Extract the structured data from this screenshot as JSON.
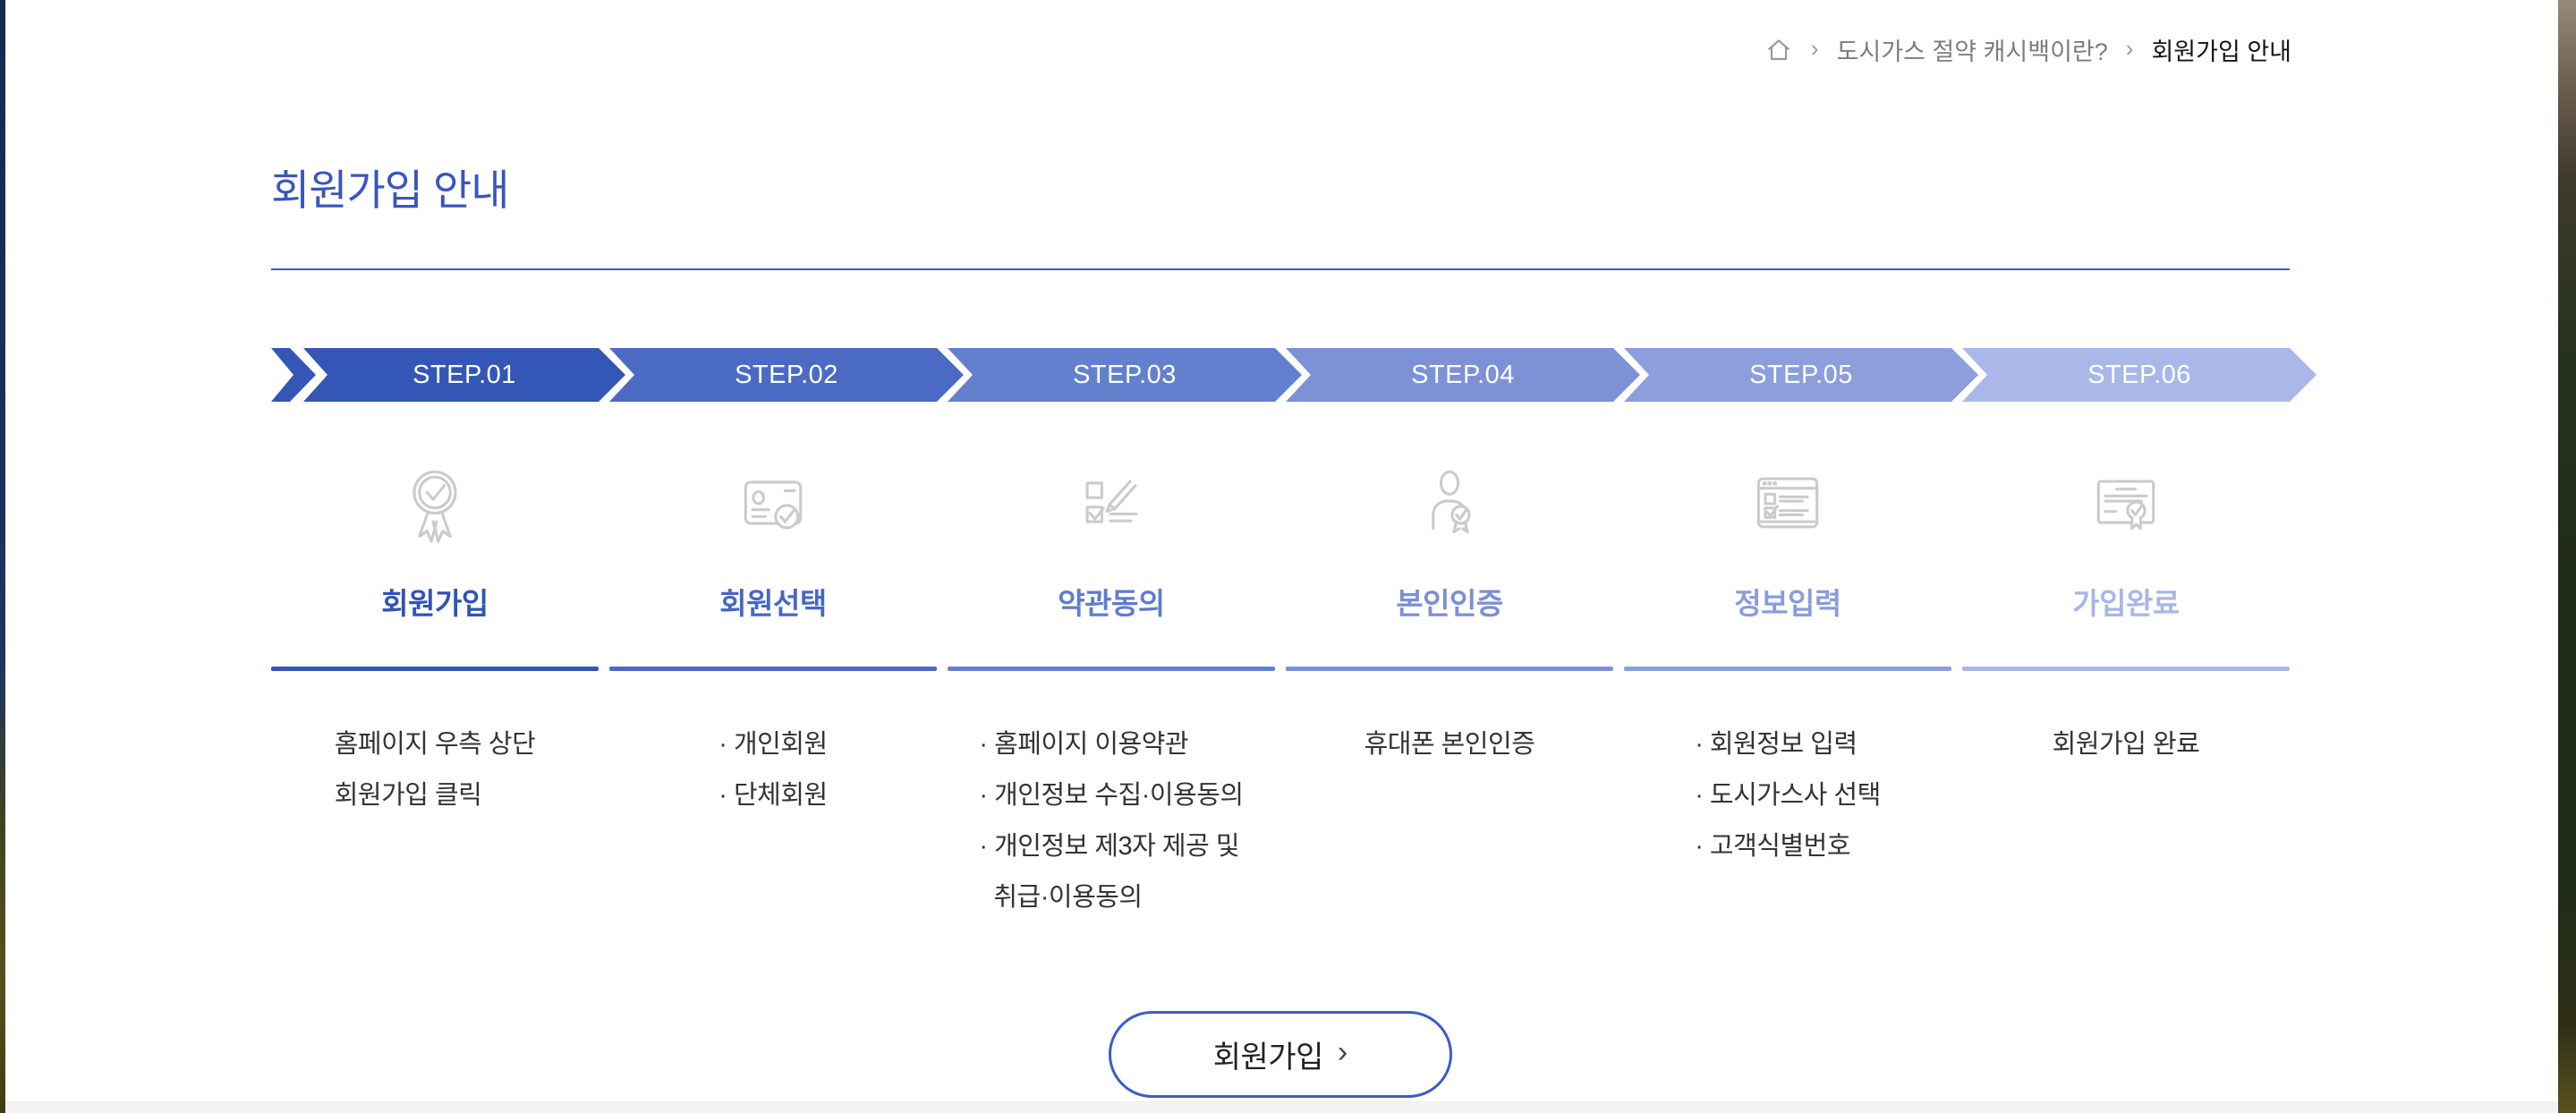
{
  "breadcrumb": {
    "separator": "›",
    "items": [
      "도시가스 절약 캐시백이란?",
      "회원가입 안내"
    ]
  },
  "page": {
    "title": "회원가입 안내"
  },
  "steps": [
    {
      "step": "STEP.01",
      "label": "회원가입",
      "icon": "award-check-icon",
      "color": "#3456b6",
      "desc": [
        "홈페이지 우측 상단",
        "회원가입 클릭"
      ]
    },
    {
      "step": "STEP.02",
      "label": "회원선택",
      "icon": "id-card-check-icon",
      "color": "#4a6ac4",
      "desc": [
        "· 개인회원",
        "· 단체회원"
      ]
    },
    {
      "step": "STEP.03",
      "label": "약관동의",
      "icon": "terms-pen-icon",
      "color": "#6380cf",
      "desc": [
        "· 홈페이지 이용약관",
        "· 개인정보 수집·이용동의",
        "· 개인정보 제3자 제공 및",
        "취급·이용동의"
      ]
    },
    {
      "step": "STEP.04",
      "label": "본인인증",
      "icon": "person-badge-icon",
      "color": "#7c91d6",
      "desc": [
        "휴대폰 본인인증"
      ]
    },
    {
      "step": "STEP.05",
      "label": "정보입력",
      "icon": "form-window-icon",
      "color": "#8c9edc",
      "desc": [
        "· 회원정보 입력",
        "· 도시가스사 선택",
        "· 고객식별번호"
      ]
    },
    {
      "step": "STEP.06",
      "label": "가입완료",
      "icon": "certificate-check-icon",
      "color": "#a9b8e8",
      "desc": [
        "회원가입 완료"
      ]
    }
  ],
  "signup_button": {
    "label": "회원가입",
    "chevron": "›"
  },
  "colors": {
    "title": "#3a56bd",
    "title_rule": "#3f5cc4",
    "breadcrumb_text": "#808080",
    "breadcrumb_current": "#151515",
    "description_text": "#333333",
    "icon_stroke": "#c9cbce",
    "button_border": "#3b5cc7",
    "bottom_band": "#f3f4f6"
  }
}
